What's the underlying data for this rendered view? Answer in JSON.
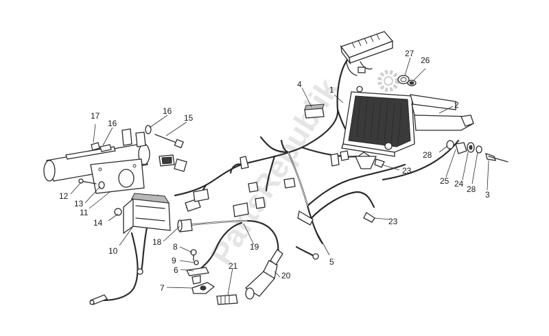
{
  "watermark": {
    "text": "PartsRepublik",
    "color": "#cfcfcf"
  },
  "callouts": {
    "c1": "1",
    "c2": "2",
    "c3": "3",
    "c4": "4",
    "c5": "5",
    "c6": "6",
    "c7": "7",
    "c8": "8",
    "c9": "9",
    "c10": "10",
    "c11": "11",
    "c12": "12",
    "c13": "13",
    "c14": "14",
    "c15": "15",
    "c16a": "16",
    "c16b": "16",
    "c17": "17",
    "c18": "18",
    "c19": "19",
    "c20": "20",
    "c21": "21",
    "c23a": "23",
    "c23b": "23",
    "c24": "24",
    "c25": "25",
    "c26": "26",
    "c27": "27",
    "c28a": "28",
    "c28b": "28"
  }
}
